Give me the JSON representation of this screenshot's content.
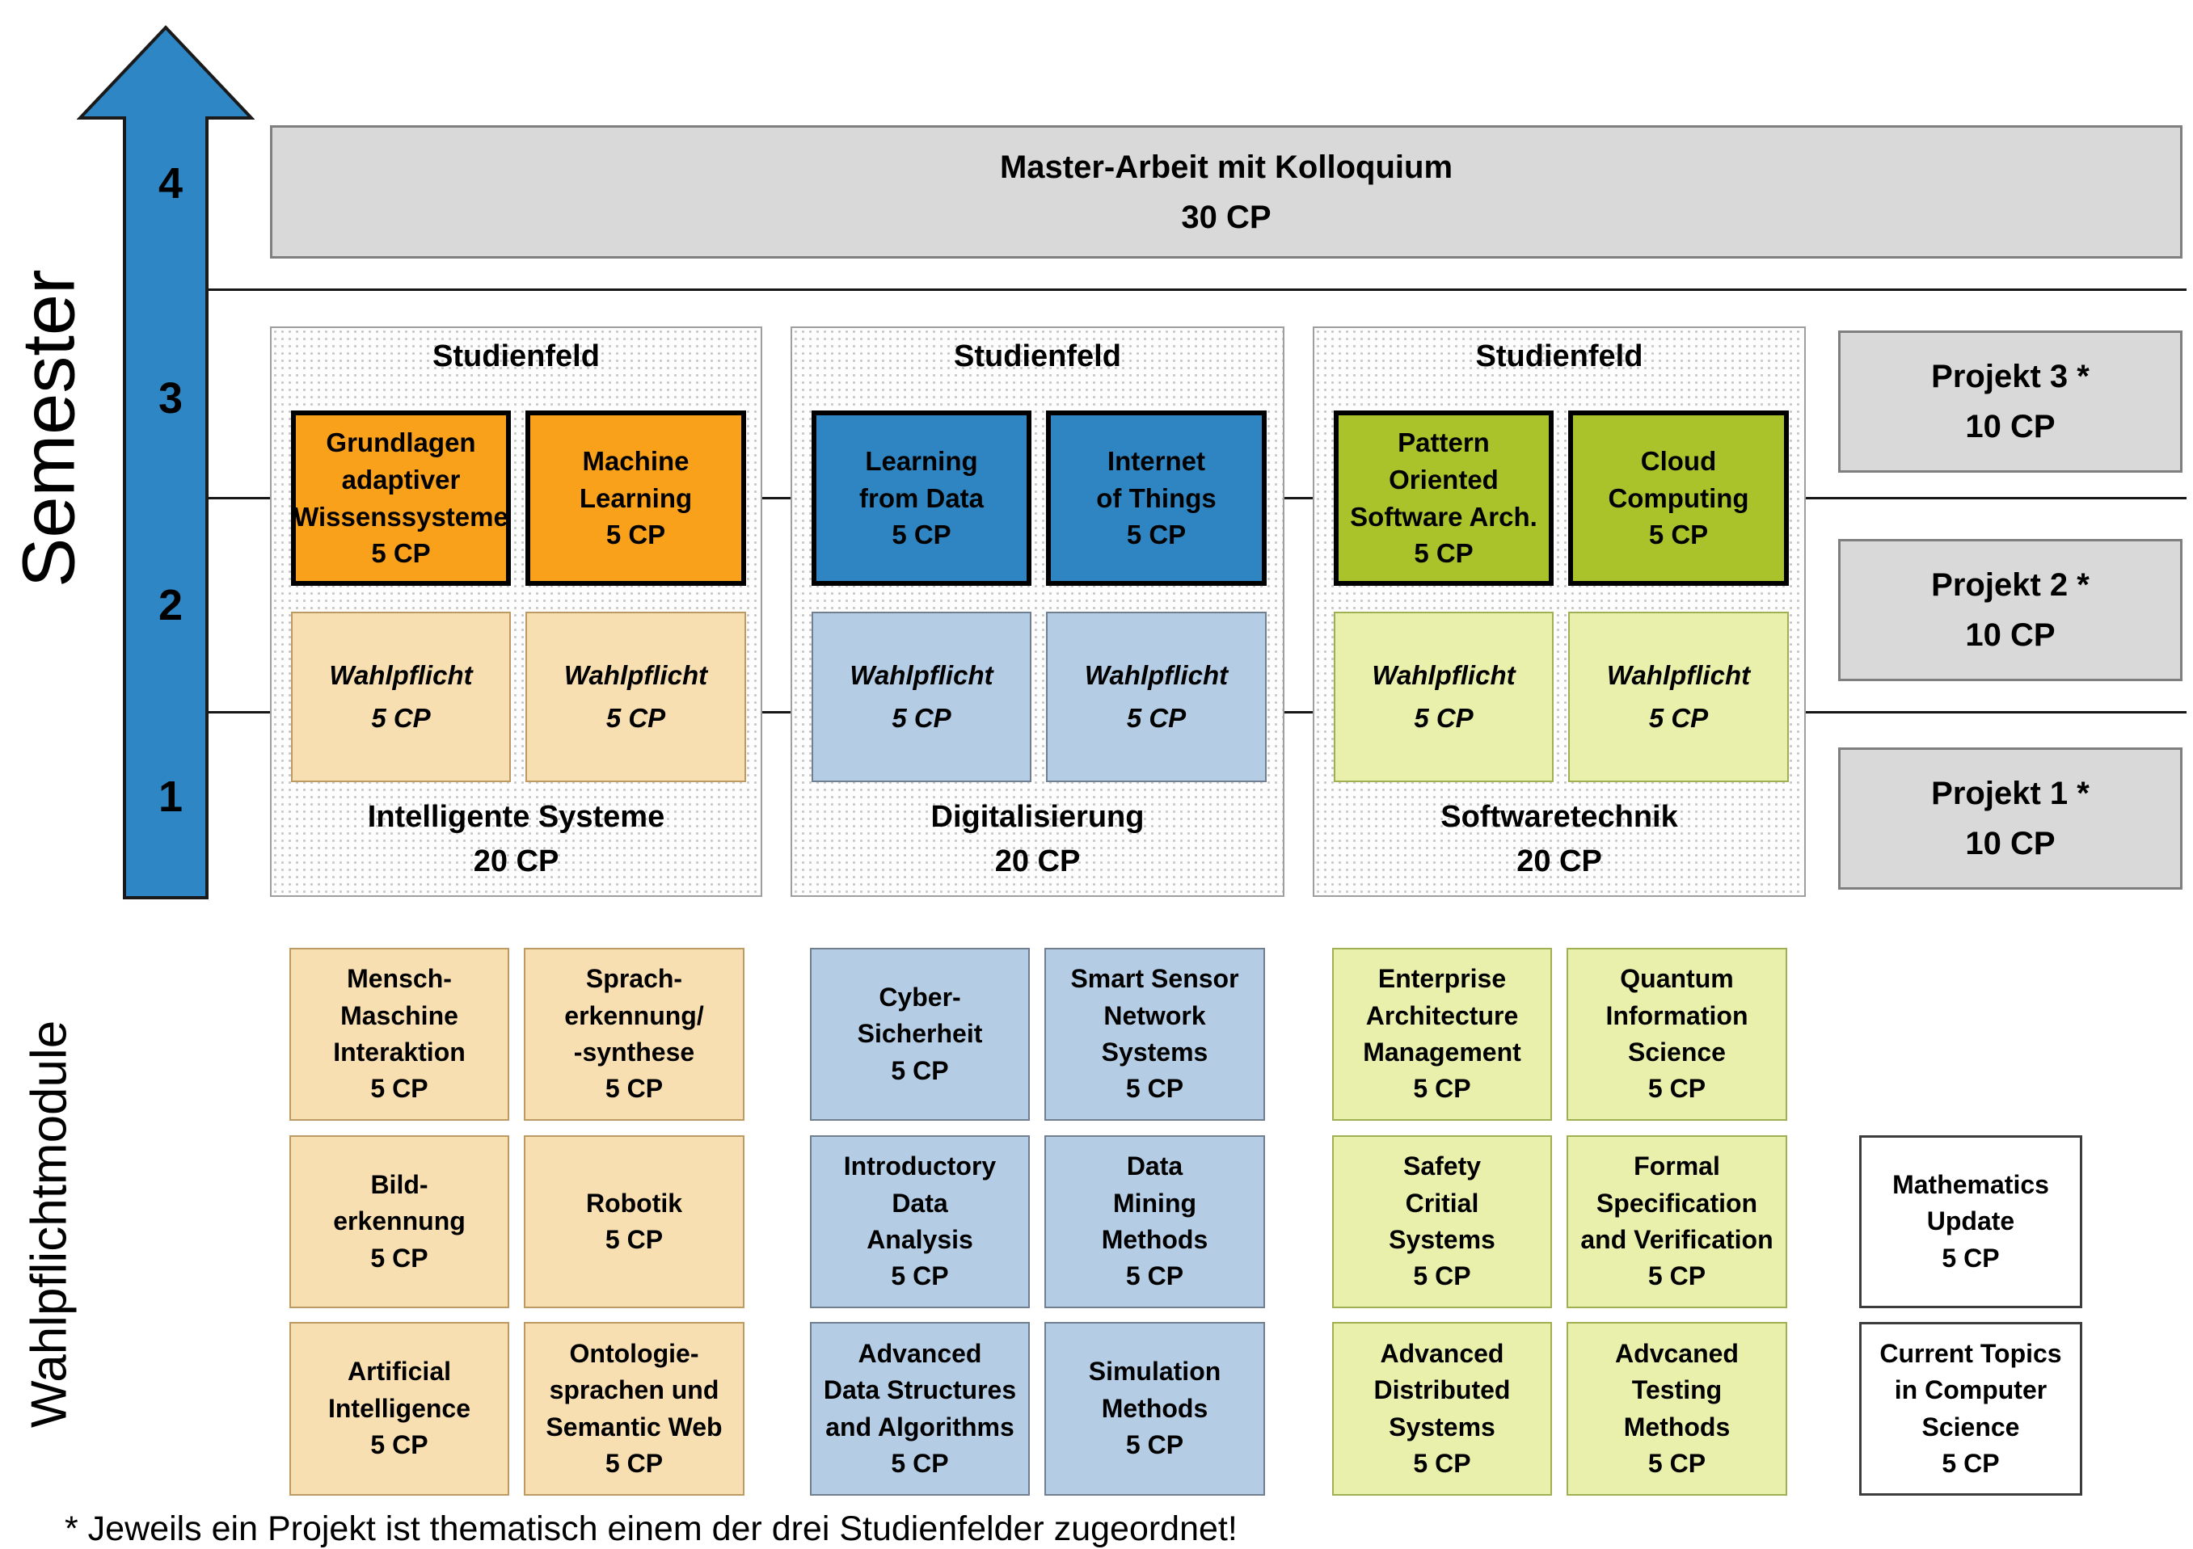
{
  "axis": {
    "label": "Semester",
    "numbers": [
      "4",
      "3",
      "2",
      "1"
    ]
  },
  "bottom_axis": {
    "label": "Wahlpflichtmodule"
  },
  "master_thesis": {
    "title": "Master-Arbeit mit Kolloquium",
    "cp": "30 CP"
  },
  "projects": [
    {
      "title": "Projekt 3 *",
      "cp": "10 CP"
    },
    {
      "title": "Projekt 2 *",
      "cp": "10 CP"
    },
    {
      "title": "Projekt 1 *",
      "cp": "10 CP"
    }
  ],
  "studienfelder": [
    {
      "header": "Studienfeld",
      "name": "Intelligente Systeme",
      "cp": "20 CP",
      "core": [
        {
          "title": "Grundlagen\nadaptiver\nWissenssysteme",
          "cp": "5 CP"
        },
        {
          "title": "Machine\nLearning",
          "cp": "5 CP"
        }
      ],
      "wahlpflicht": [
        {
          "title": "Wahlpflicht",
          "cp": "5 CP"
        },
        {
          "title": "Wahlpflicht",
          "cp": "5 CP"
        }
      ],
      "electives": [
        {
          "title": "Mensch-\nMaschine\nInteraktion",
          "cp": "5 CP"
        },
        {
          "title": "Sprach-\nerkennung/\n-synthese",
          "cp": "5 CP"
        },
        {
          "title": "Bild-\nerkennung",
          "cp": "5 CP"
        },
        {
          "title": "Robotik",
          "cp": "5 CP"
        },
        {
          "title": "Artificial\nIntelligence",
          "cp": "5 CP"
        },
        {
          "title": "Ontologie-\nsprachen und\nSemantic Web",
          "cp": "5 CP"
        }
      ]
    },
    {
      "header": "Studienfeld",
      "name": "Digitalisierung",
      "cp": "20 CP",
      "core": [
        {
          "title": "Learning\nfrom Data",
          "cp": "5 CP"
        },
        {
          "title": "Internet\nof Things",
          "cp": "5 CP"
        }
      ],
      "wahlpflicht": [
        {
          "title": "Wahlpflicht",
          "cp": "5 CP"
        },
        {
          "title": "Wahlpflicht",
          "cp": "5 CP"
        }
      ],
      "electives": [
        {
          "title": "Cyber-\nSicherheit",
          "cp": "5 CP"
        },
        {
          "title": "Smart Sensor\nNetwork\nSystems",
          "cp": "5 CP"
        },
        {
          "title": "Introductory\nData\nAnalysis",
          "cp": "5 CP"
        },
        {
          "title": "Data\nMining\nMethods",
          "cp": "5 CP"
        },
        {
          "title": "Advanced\nData Structures\nand Algorithms",
          "cp": "5 CP"
        },
        {
          "title": "Simulation\nMethods",
          "cp": "5 CP"
        }
      ]
    },
    {
      "header": "Studienfeld",
      "name": "Softwaretechnik",
      "cp": "20 CP",
      "core": [
        {
          "title": "Pattern\nOriented\nSoftware Arch.",
          "cp": "5 CP"
        },
        {
          "title": "Cloud\nComputing",
          "cp": "5 CP"
        }
      ],
      "wahlpflicht": [
        {
          "title": "Wahlpflicht",
          "cp": "5 CP"
        },
        {
          "title": "Wahlpflicht",
          "cp": "5 CP"
        }
      ],
      "electives": [
        {
          "title": "Enterprise\nArchitecture\nManagement",
          "cp": "5 CP"
        },
        {
          "title": "Quantum\nInformation\nScience",
          "cp": "5 CP"
        },
        {
          "title": "Safety\nCritial\nSystems",
          "cp": "5 CP"
        },
        {
          "title": "Formal\nSpecification\nand Verification",
          "cp": "5 CP"
        },
        {
          "title": "Advanced\nDistributed\nSystems",
          "cp": "5 CP"
        },
        {
          "title": "Advcaned\nTesting\nMethods",
          "cp": "5 CP"
        }
      ]
    }
  ],
  "extras": [
    {
      "title": "Mathematics\nUpdate",
      "cp": "5 CP"
    },
    {
      "title": "Current Topics\nin Computer\nScience",
      "cp": "5 CP"
    }
  ],
  "footnote": "* Jeweils ein Projekt ist thematisch einem der drei Studienfelder zugeordnet!",
  "colors": {
    "arrow_blue": "#2E86C4",
    "core_orange": "#F9A11B",
    "core_blue": "#2F85C2",
    "core_green": "#ABC32B",
    "light_orange": "#F8DFB2",
    "light_blue": "#B5CDE4",
    "light_green": "#E9F0AC",
    "gray_box": "#D9D9D9"
  }
}
